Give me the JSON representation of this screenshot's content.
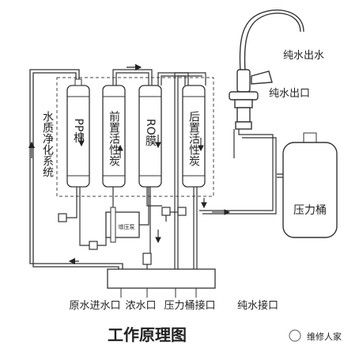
{
  "system_label": "水质净化系统",
  "filters": [
    {
      "label": "PP棉"
    },
    {
      "label": "前置活性炭"
    },
    {
      "label": "RO膜"
    },
    {
      "label": "后置活性炭"
    }
  ],
  "booster_pump": "增压泵",
  "faucet_out": "纯水出水",
  "faucet_port": "纯水出口",
  "tank": "压力桶",
  "ports": {
    "raw_in": "原水进水口",
    "concentrate": "浓水口",
    "tank_port": "压力桶接口",
    "pure_port": "纯水接口"
  },
  "title": "工作原理图",
  "watermark": "维修人家"
}
